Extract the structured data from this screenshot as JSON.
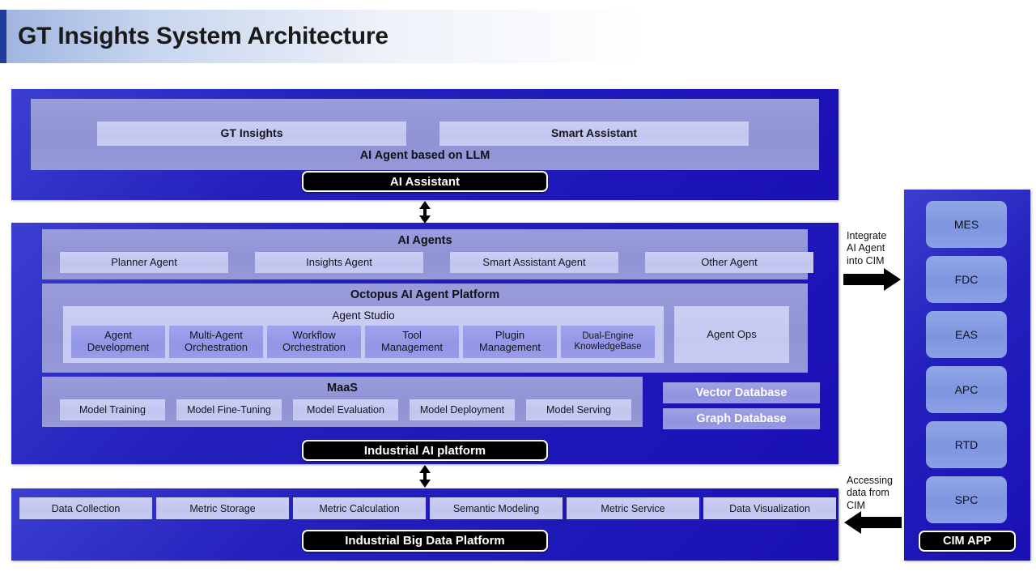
{
  "title": "GT Insights System Architecture",
  "top_panel": {
    "band_label": "AI Agent based on LLM",
    "apps": [
      "GT Insights",
      "Smart Assistant"
    ],
    "pill": "AI Assistant"
  },
  "middle_panel": {
    "agents": {
      "title": "AI Agents",
      "items": [
        "Planner Agent",
        "Insights Agent",
        "Smart Assistant Agent",
        "Other Agent"
      ]
    },
    "platform": {
      "title": "Octopus AI Agent Platform",
      "studio": {
        "title": "Agent Studio",
        "items": [
          "Agent\nDevelopment",
          "Multi-Agent\nOrchestration",
          "Workflow\nOrchestration",
          "Tool\nManagement",
          "Plugin\nManagement",
          "Dual-Engine\nKnowledgeBase"
        ]
      },
      "agent_ops": "Agent Ops"
    },
    "maas": {
      "title": "MaaS",
      "items": [
        "Model Training",
        "Model Fine-Tuning",
        "Model Evaluation",
        "Model Deployment",
        "Model Serving"
      ]
    },
    "databases": [
      "Vector Database",
      "Graph Database"
    ],
    "pill": "Industrial AI platform"
  },
  "bottom_panel": {
    "items": [
      "Data Collection",
      "Metric Storage",
      "Metric Calculation",
      "Semantic Modeling",
      "Metric Service",
      "Data Visualization"
    ],
    "pill": "Industrial Big Data Platform"
  },
  "cim_panel": {
    "items": [
      "MES",
      "FDC",
      "EAS",
      "APC",
      "RTD",
      "SPC"
    ],
    "pill": "CIM APP"
  },
  "annotations": {
    "integrate": "Integrate\nAI Agent\ninto CIM",
    "accessing": "Accessing\ndata from\nCIM"
  },
  "colors": {
    "panel_blue": "#2420bd",
    "band_periwinkle": "#8f93d4",
    "chip_lavender": "#c2c5ef",
    "chip_purple": "#9396e6",
    "cim_chip": "#7e95e0",
    "accent_dark": "#1f3c9b"
  }
}
